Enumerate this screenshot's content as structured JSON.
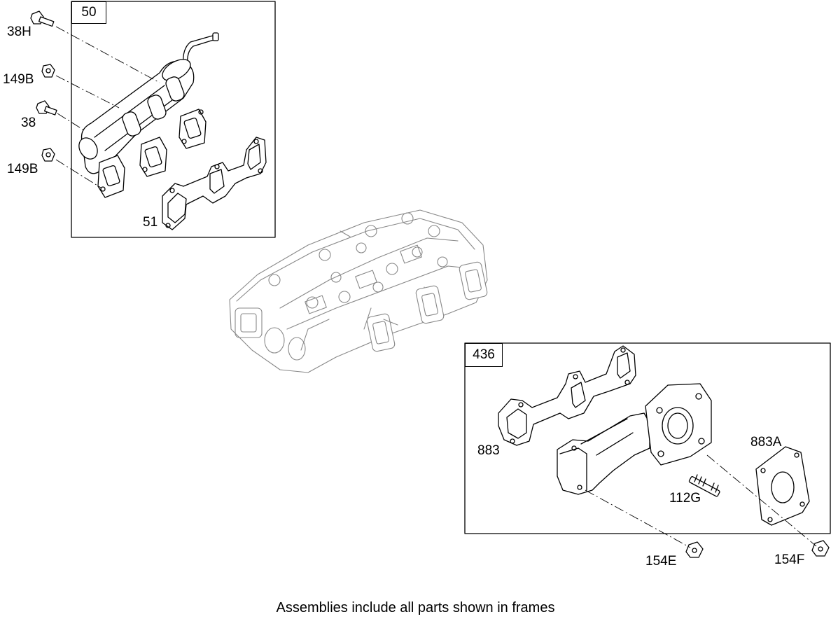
{
  "frames": [
    {
      "id": "50"
    },
    {
      "id": "436"
    }
  ],
  "callouts": {
    "p38H": "38H",
    "p149B_top": "149B",
    "p38": "38",
    "p149B_bottom": "149B",
    "p51": "51",
    "p883": "883",
    "p883A": "883A",
    "p112G": "112G",
    "p154E": "154E",
    "p154F": "154F"
  },
  "caption": "Assemblies include all parts shown in frames"
}
